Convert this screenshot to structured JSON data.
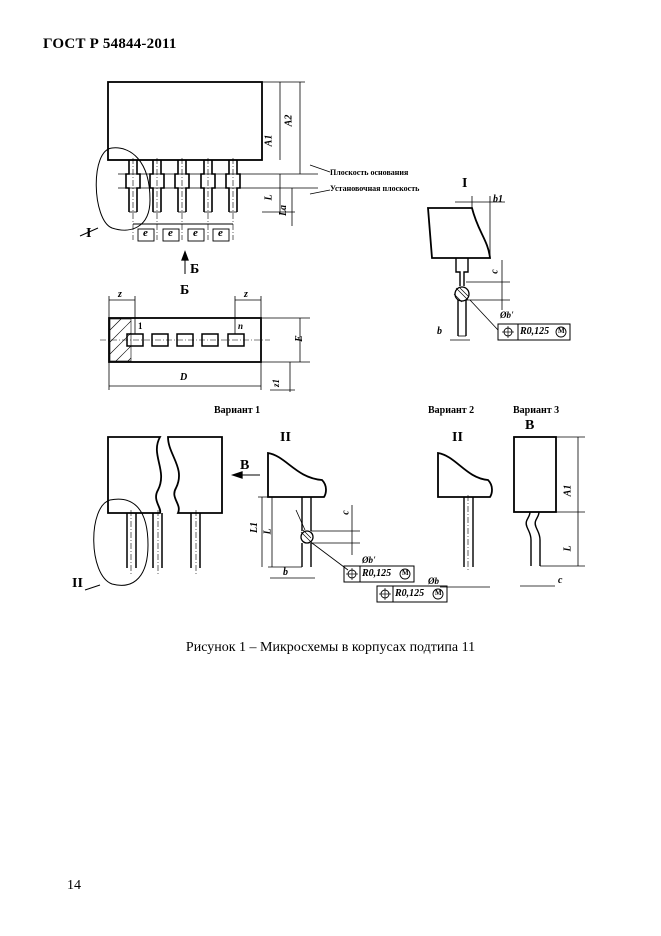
{
  "header": {
    "standard": "ГОСТ Р 54844-2011"
  },
  "figure": {
    "caption": "Рисунок 1  –  Микросхемы в корпусах подтипа 11",
    "labels": {
      "base_plane": "Плоскость основания",
      "seating_plane": "Установочная плоскость",
      "detail_I": "I",
      "detail_II": "II",
      "view_B": "Б",
      "view_V": "В",
      "variant1": "Вариант 1",
      "variant2": "Вариант 2",
      "variant3": "Вариант 3",
      "pin1": "1",
      "pinn": "n",
      "tol1": "R0,125",
      "tol2": "R0,125",
      "tol3": "R0,125",
      "dim_e": "e",
      "dim_z": "z",
      "dim_D": "D",
      "dim_E": "E",
      "dim_A1": "A1",
      "dim_A2": "A2",
      "dim_L": "L",
      "dim_La": "La",
      "dim_L1": "L1",
      "dim_b": "b",
      "dim_b1": "b1",
      "dim_c": "c",
      "dim_z1": "z1",
      "dim_phib_prime": "Øb'",
      "dim_phib": "Øb",
      "circled_M": "M"
    }
  },
  "page": {
    "number": "14"
  }
}
